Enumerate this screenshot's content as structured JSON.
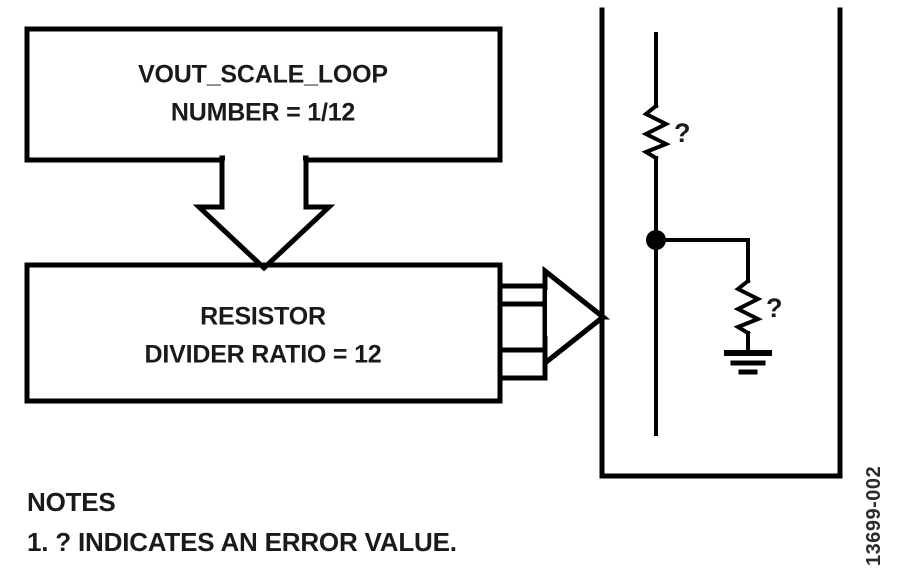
{
  "figure": {
    "id_label": "13699-002",
    "background_color": "#ffffff",
    "line_color": "#000000",
    "text_color": "#1a1a1a"
  },
  "blocks": [
    {
      "name": "vout-scale-loop-block",
      "line1": "VOUT_SCALE_LOOP",
      "line2": "NUMBER = 1/12"
    },
    {
      "name": "resistor-divider-block",
      "line1": "RESISTOR",
      "line2": "DIVIDER RATIO = 12"
    }
  ],
  "connectors": {
    "down_arrow_label": "down-block-arrow",
    "right_arrow_upper_label": "right-block-arrow-upper",
    "right_arrow_lower_label": "right-block-arrow-lower"
  },
  "schematic": {
    "panel_label": "resistor-divider-schematic",
    "top_resistor_value": "?",
    "bottom_resistor_value": "?",
    "ground_label": "ground-symbol",
    "junction_label": "junction-dot"
  },
  "notes": {
    "heading": "NOTES",
    "items": [
      "1. ? INDICATES AN ERROR VALUE."
    ]
  }
}
